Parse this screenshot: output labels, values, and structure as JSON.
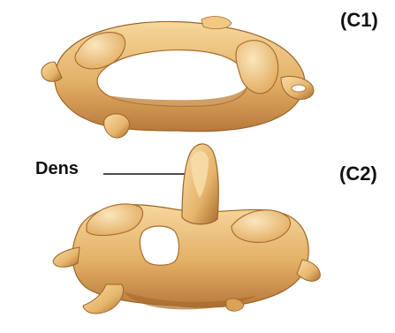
{
  "labels": {
    "c1": "(C1)",
    "c2": "(C2)",
    "dens": "Dens"
  },
  "colors": {
    "bone_light": "#f3cf8d",
    "bone_mid": "#e0ad62",
    "bone_dark": "#b97c36",
    "bone_shadow": "#8e5a22",
    "leader_line": "#111111"
  }
}
